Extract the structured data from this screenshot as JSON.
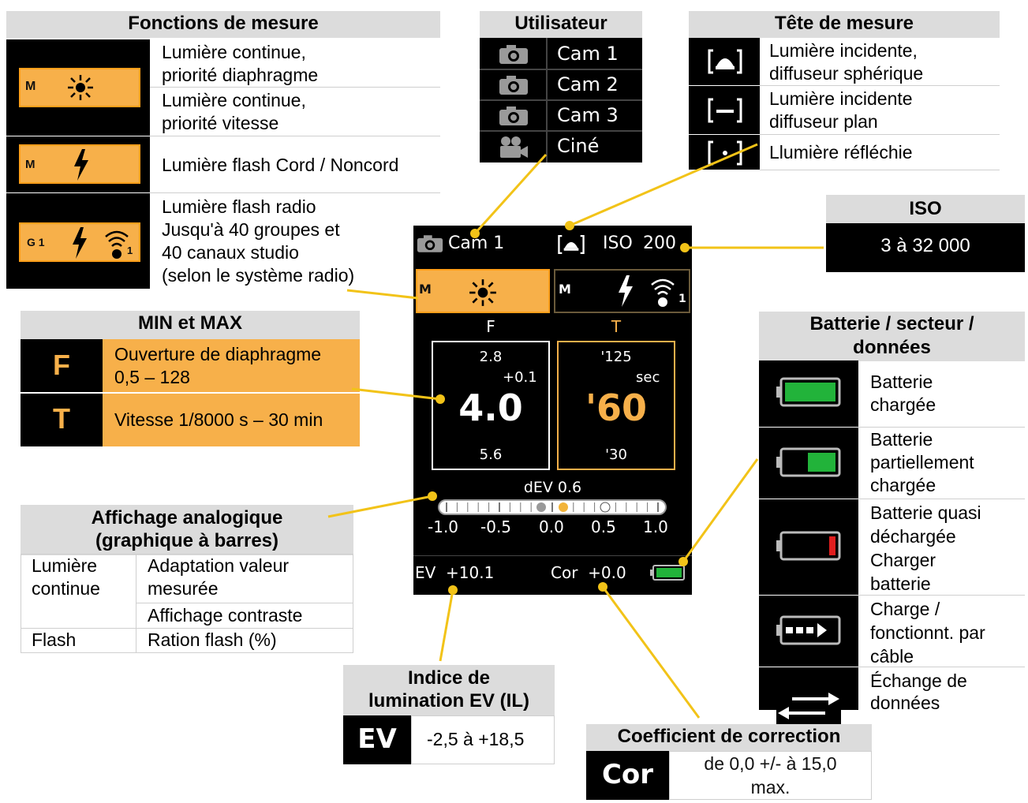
{
  "fonctions": {
    "title": "Fonctions de mesure",
    "row1_line1": "Lumière continue,",
    "row1_line2": "priorité diaphragme",
    "row2_line1": "Lumière continue,",
    "row2_line2": "priorité vitesse",
    "row3": "Lumière flash Cord / Noncord",
    "row4_line1": "Lumière flash radio",
    "row4_line2": "Jusqu'à 40 groupes et",
    "row4_line3": "40 canaux studio",
    "row4_line4": "(selon le système radio)",
    "icon_m1": "M",
    "icon_m2": "M",
    "icon_g1": "G 1",
    "icon_radio_sub": "1"
  },
  "utilisateur": {
    "title": "Utilisateur",
    "items": [
      "Cam 1",
      "Cam 2",
      "Cam 3",
      "Ciné"
    ]
  },
  "tete": {
    "title": "Tête de mesure",
    "row1_line1": "Lumière incidente,",
    "row1_line2": "diffuseur sphérique",
    "row2_line1": "Lumière incidente",
    "row2_line2": "diffuseur plan",
    "row3": "Llumière réfléchie"
  },
  "iso": {
    "title": "ISO",
    "value": "3 à 32 000"
  },
  "minmax": {
    "title": "MIN et MAX",
    "f_label": "F",
    "f_line1": "Ouverture de diaphragme",
    "f_line2": "0,5 – 128",
    "t_label": "T",
    "t_line": "Vitesse 1/8000 s – 30 min"
  },
  "batterie": {
    "title_line1": "Batterie / secteur /",
    "title_line2": "données",
    "r1_l1": "Batterie",
    "r1_l2": "chargée",
    "r2_l1": "Batterie",
    "r2_l2": "partiellement",
    "r2_l3": "chargée",
    "r3_l1": "Batterie quasi",
    "r3_l2": "déchargée",
    "r3_l3": "Charger",
    "r3_l4": "batterie",
    "r4_l1": "Charge /",
    "r4_l2": "fonctionnt. par",
    "r4_l3": "câble",
    "r5_l1": "Échange de",
    "r5_l2": "données"
  },
  "analog": {
    "title_line1": "Affichage analogique",
    "title_line2": "(graphique à barres)",
    "c1_l1": "Lumière",
    "c1_l2": "continue",
    "c2_l1": "Adaptation valeur",
    "c2_l2": "mesurée",
    "c2_r2": "Affichage contraste",
    "flash": "Flash",
    "flash_desc": "Ration flash (%)"
  },
  "ev_box": {
    "title_line1": "Indice de",
    "title_line2": "lumination EV (IL)",
    "label": "EV",
    "range": "-2,5 à +18,5"
  },
  "cor_box": {
    "title": "Coefficient de correction",
    "label": "Cor",
    "range_line1": "de 0,0 +/- à 15,0",
    "range_line2": "max."
  },
  "screen": {
    "cam": "Cam 1",
    "iso_label": "ISO",
    "iso_value": "200",
    "mode_left_m": "M",
    "mode_right_m": "M",
    "mode_right_sub": "1",
    "f_header": "F",
    "t_header": "T",
    "f_top": "2.8",
    "f_delta": "+0.1",
    "f_main": "4.0",
    "f_bottom": "5.6",
    "t_top": "'125",
    "t_unit": "sec",
    "t_main": "'60",
    "t_bottom": "'30",
    "dev": "dEV 0.6",
    "scale": [
      "-1.0",
      "-0.5",
      "0.0",
      "0.5",
      "1.0"
    ],
    "ev": "EV  +10.1",
    "cor": "Cor  +0.0"
  },
  "colors": {
    "accent": "#f7b04a",
    "lcd_bg": "#000000",
    "leader": "#f2c318",
    "battery_green": "#22b33a",
    "battery_red": "#e01e1e"
  }
}
